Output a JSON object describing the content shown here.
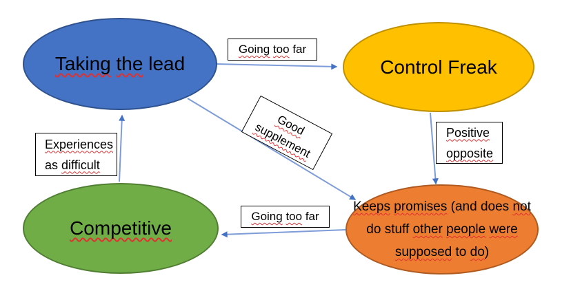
{
  "colors": {
    "background": "#ffffff",
    "text": "#000000",
    "blue_fill": "#4472c4",
    "blue_border": "#2f528f",
    "gold_fill": "#ffc000",
    "gold_border": "#bf9000",
    "green_fill": "#70ad47",
    "green_border": "#507e32",
    "orange_fill": "#ed7d31",
    "orange_border": "#ae5a21",
    "arrow_line": "#7e9cd8",
    "arrow_head": "#4472c4",
    "box_fill": "#ffffff",
    "box_border": "#000000",
    "squiggle": "#e03131"
  },
  "nodes": {
    "taking_the_lead": {
      "label": "Taking the lead",
      "segments": [
        {
          "t": "Taking",
          "sq": true
        },
        {
          "t": " "
        },
        {
          "t": "the",
          "sq": true
        },
        {
          "t": " lead"
        }
      ]
    },
    "control_freak": {
      "label": "Control Freak",
      "segments": [
        {
          "t": "Control Freak"
        }
      ]
    },
    "competitive": {
      "label": "Competitive",
      "segments": [
        {
          "t": "Competitive",
          "sq": true
        }
      ]
    },
    "keeps_promises": {
      "label": "Keeps promises (and does not do stuff other people were supposed to do)",
      "segments": [
        {
          "t": "Keeps",
          "sq": true
        },
        {
          "t": " "
        },
        {
          "t": "promises",
          "sq": true
        },
        {
          "t": " (and does "
        },
        {
          "t": "not",
          "sq": true
        },
        {
          "br": true
        },
        {
          "t": "do stuff "
        },
        {
          "t": "other",
          "sq": true
        },
        {
          "t": " "
        },
        {
          "t": "people",
          "sq": true
        },
        {
          "t": " "
        },
        {
          "t": "were",
          "sq": true
        },
        {
          "br": true
        },
        {
          "t": "supposed",
          "sq": true
        },
        {
          "t": " to "
        },
        {
          "t": "do",
          "sq": true
        },
        {
          "t": ")"
        }
      ]
    }
  },
  "labels": {
    "going_too_far_top": {
      "label": "Going too far",
      "segments": [
        {
          "t": "Going",
          "sq": true
        },
        {
          "t": " "
        },
        {
          "t": "too",
          "sq": true
        },
        {
          "t": " far"
        }
      ]
    },
    "good_supplement": {
      "label": "Good supplement",
      "segments": [
        {
          "t": "Good",
          "sq": true
        },
        {
          "br": true
        },
        {
          "t": "supplement",
          "sq": true
        }
      ]
    },
    "positive_opposite": {
      "label": "Positive opposite",
      "segments": [
        {
          "t": "Positive",
          "sq": true
        },
        {
          "br": true
        },
        {
          "t": "opposite",
          "sq": true
        }
      ]
    },
    "experiences_as_difficult": {
      "label": "Experiences as difficult",
      "segments": [
        {
          "t": "Experiences",
          "sq": true
        },
        {
          "br": true
        },
        {
          "t": "as "
        },
        {
          "t": "difficult",
          "sq": true
        }
      ]
    },
    "going_too_far_bottom": {
      "label": "Going too far",
      "segments": [
        {
          "t": "Going",
          "sq": true
        },
        {
          "t": " "
        },
        {
          "t": "too",
          "sq": true
        },
        {
          "t": " far"
        }
      ]
    }
  },
  "arrows": [
    {
      "from": "taking_the_lead",
      "to": "control_freak",
      "label": "Going too far"
    },
    {
      "from": "taking_the_lead",
      "to": "keeps_promises",
      "label": "Good supplement"
    },
    {
      "from": "control_freak",
      "to": "keeps_promises",
      "label": "Positive opposite"
    },
    {
      "from": "keeps_promises",
      "to": "competitive",
      "label": "Going too far"
    },
    {
      "from": "competitive",
      "to": "taking_the_lead",
      "label": "Experiences as difficult"
    }
  ]
}
